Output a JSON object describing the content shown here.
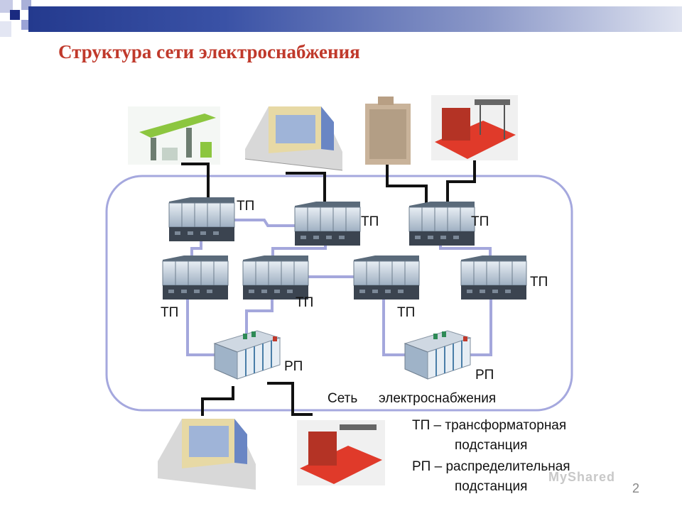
{
  "title": "Структура сети электроснабжения",
  "labels": {
    "tp1": "ТП",
    "tp2": "ТП",
    "tp3": "ТП",
    "tp4": "ТП",
    "tp5": "ТП",
    "tp6": "ТП",
    "tp7": "ТП",
    "rp1": "РП",
    "rp2": "РП",
    "network_word1": "Сеть",
    "network_word2": "электроснабжения"
  },
  "legend": {
    "tp_line1": "ТП – трансформаторная",
    "tp_line2": "подстанция",
    "rp_line1": "РП – распределительная",
    "rp_line2": "подстанция"
  },
  "page_number": "2",
  "watermark": "MyShared",
  "colors": {
    "title": "#c0392b",
    "network_line": "#a4a7dc",
    "cable": "#111111",
    "boundary": "#a5a8de"
  }
}
